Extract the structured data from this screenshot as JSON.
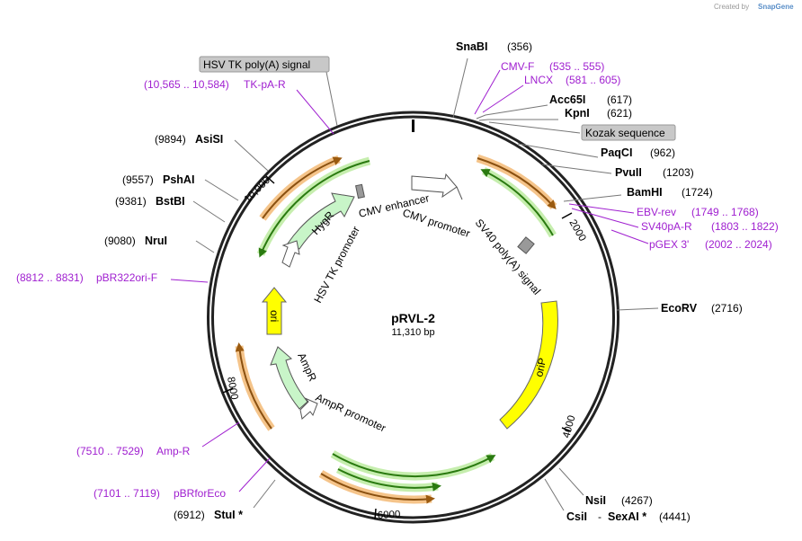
{
  "credit": {
    "created_by": "Created by",
    "brand": "SnapGene"
  },
  "plasmid": {
    "name": "pRVL-2",
    "length": "11,310 bp"
  },
  "enzymes": {
    "snabi": {
      "name": "SnaBI",
      "pos": "(356)"
    },
    "acc65i": {
      "name": "Acc65I",
      "pos": "(617)"
    },
    "kpni": {
      "name": "KpnI",
      "pos": "(621)"
    },
    "paqci": {
      "name": "PaqCI",
      "pos": "(962)"
    },
    "pvuii": {
      "name": "PvuII",
      "pos": "(1203)"
    },
    "bamhi": {
      "name": "BamHI",
      "pos": "(1724)"
    },
    "ecorv": {
      "name": "EcoRV",
      "pos": "(2716)"
    },
    "nsii": {
      "name": "NsiI",
      "pos": "(4267)"
    },
    "csii": {
      "name": "CsiI",
      "sep": "-",
      "name2": "SexAI *",
      "pos": "(4441)"
    },
    "stui": {
      "name": "StuI *",
      "pos": "(6912)"
    },
    "nrui": {
      "name": "NruI",
      "pos": "(9080)"
    },
    "bstbi": {
      "name": "BstBI",
      "pos": "(9381)"
    },
    "pshai": {
      "name": "PshAI",
      "pos": "(9557)"
    },
    "asisi": {
      "name": "AsiSI",
      "pos": "(9894)"
    }
  },
  "primers": {
    "cmvf": {
      "name": "CMV-F",
      "range": "(535 .. 555)"
    },
    "lncx": {
      "name": "LNCX",
      "range": "(581 .. 605)"
    },
    "ebvrev": {
      "name": "EBV-rev",
      "range": "(1749 .. 1768)"
    },
    "sv40par": {
      "name": "SV40pA-R",
      "range": "(1803 .. 1822)"
    },
    "pgex3": {
      "name": "pGEX 3'",
      "range": "(2002 .. 2024)"
    },
    "tkpar": {
      "name": "TK-pA-R",
      "range": "(10,565 .. 10,584)"
    },
    "pbr322orif": {
      "name": "pBR322ori-F",
      "range": "(8812 .. 8831)"
    },
    "ampr": {
      "name": "Amp-R",
      "range": "(7510 .. 7529)"
    },
    "pbrforeco": {
      "name": "pBRforEco",
      "range": "(7101 .. 7119)"
    }
  },
  "boxed": {
    "hsvtk_polya": "HSV TK poly(A) signal",
    "kozak": "Kozak sequence"
  },
  "features": {
    "cmv_enhancer": "CMV enhancer",
    "cmv_promoter": "CMV promoter",
    "sv40_polya": "SV40 poly(A) signal",
    "orip": "oriP",
    "hygr": "HygR",
    "hsvtk_promoter": "HSV TK promoter",
    "ori": "ori",
    "ampr": "AmpR",
    "ampr_promoter": "AmpR promoter"
  },
  "ticks": {
    "t2000": "2000",
    "t4000": "4000",
    "t6000": "6000",
    "t8000": "8000",
    "t10000": "10,000"
  },
  "colors": {
    "primer": "#a020d0",
    "orf_orange": "#f0a040",
    "orf_green": "#3a9a20",
    "feature_light_green": "#c8f5c8",
    "ori_yellow": "#ffff00",
    "box_gray": "#c8c8c8"
  }
}
